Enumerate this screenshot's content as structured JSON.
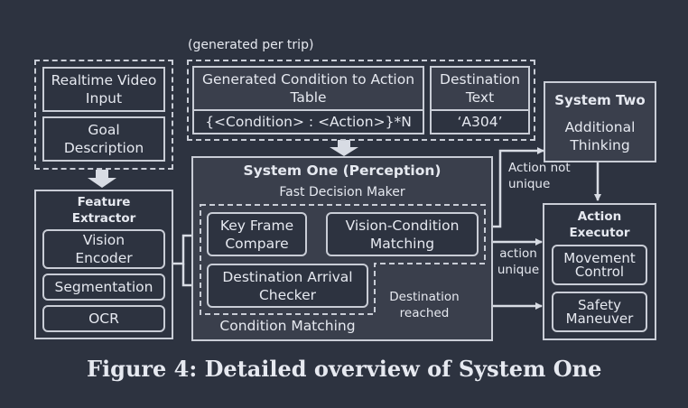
{
  "inputs": {
    "video": "Realtime Video Input",
    "goal": "Goal Description"
  },
  "per_trip": {
    "note": "(generated per trip)",
    "table_header": "Generated Condition to Action Table",
    "table_value": "{<Condition> : <Action>}*N",
    "dest_header": "Destination Text",
    "dest_value": "‘A304’"
  },
  "feature_extractor": {
    "title": "Feature Extractor",
    "items": [
      "Vision Encoder",
      "Segmentation",
      "OCR"
    ]
  },
  "system_one": {
    "title": "System One (Perception)",
    "subtitle": "Fast Decision Maker",
    "key_frame": "Key Frame Compare",
    "vision_condition": "Vision-Condition Matching",
    "dest_checker": "Destination Arrival Checker",
    "group_label": "Condition Matching"
  },
  "system_two": {
    "title": "System Two",
    "subtitle": "Additional Thinking"
  },
  "action_executor": {
    "title": "Action Executor",
    "items": [
      "Movement Control",
      "Safety Maneuver"
    ]
  },
  "edge_labels": {
    "not_unique": "Action not unique",
    "unique": "action unique",
    "reached": "Destination reached"
  },
  "caption": "Figure 4: Detailed overview of System One"
}
